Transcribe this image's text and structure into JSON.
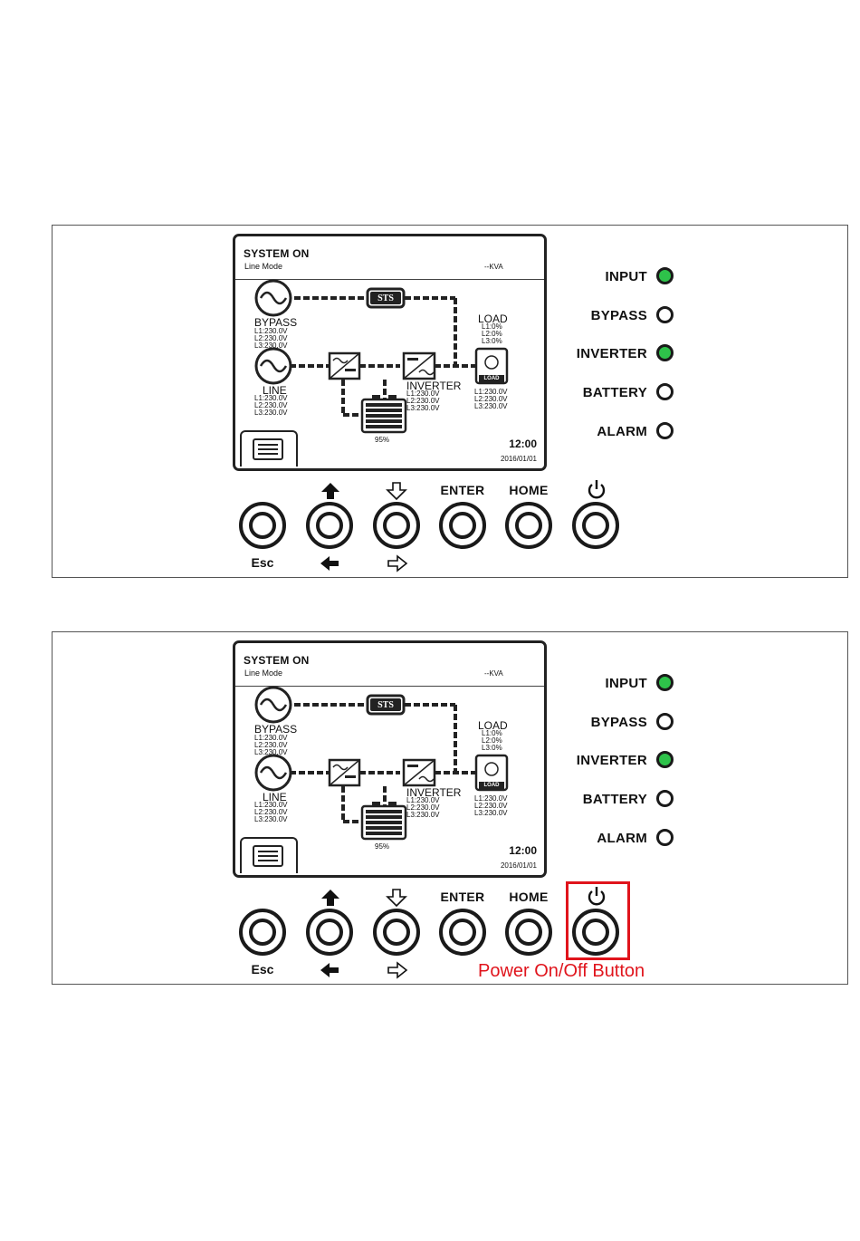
{
  "lcd": {
    "title": "SYSTEM ON",
    "mode": "Line Mode",
    "kva": "--KVA",
    "sts": "STS",
    "bypass_label": "BYPASS",
    "bypass_lines": [
      "L1:230.0V",
      "L2:230.0V",
      "L3:230.0V"
    ],
    "line_label": "LINE",
    "line_lines": [
      "L1:230.0V",
      "L2:230.0V",
      "L3:230.0V"
    ],
    "inverter_label": "INVERTER",
    "inverter_lines": [
      "L1:230.0V",
      "L2:230.0V",
      "L3:230.0V"
    ],
    "load_label": "LOAD",
    "load_pct_lines": [
      "L1:0%",
      "L2:0%",
      "L3:0%"
    ],
    "load_icon_text": "LOAD",
    "load_v_lines": [
      "L1:230.0V",
      "L2:230.0V",
      "L3:230.0V"
    ],
    "battery_pct": "95%",
    "time": "12:00",
    "date": "2016/01/01"
  },
  "leds": [
    {
      "label": "INPUT",
      "state": "on"
    },
    {
      "label": "BYPASS",
      "state": "off"
    },
    {
      "label": "INVERTER",
      "state": "on"
    },
    {
      "label": "BATTERY",
      "state": "off"
    },
    {
      "label": "ALARM",
      "state": "off"
    }
  ],
  "led_on_color": "#2ec24a",
  "keys": {
    "esc": "Esc",
    "enter": "ENTER",
    "home": "HOME",
    "up_icon": "arrow-up-icon",
    "left_icon": "arrow-left-icon",
    "down_icon": "arrow-down-icon",
    "right_icon": "arrow-right-icon",
    "power_icon": "power-icon"
  },
  "annotation": {
    "caption": "Power On/Off Button",
    "color": "#e0141c"
  }
}
